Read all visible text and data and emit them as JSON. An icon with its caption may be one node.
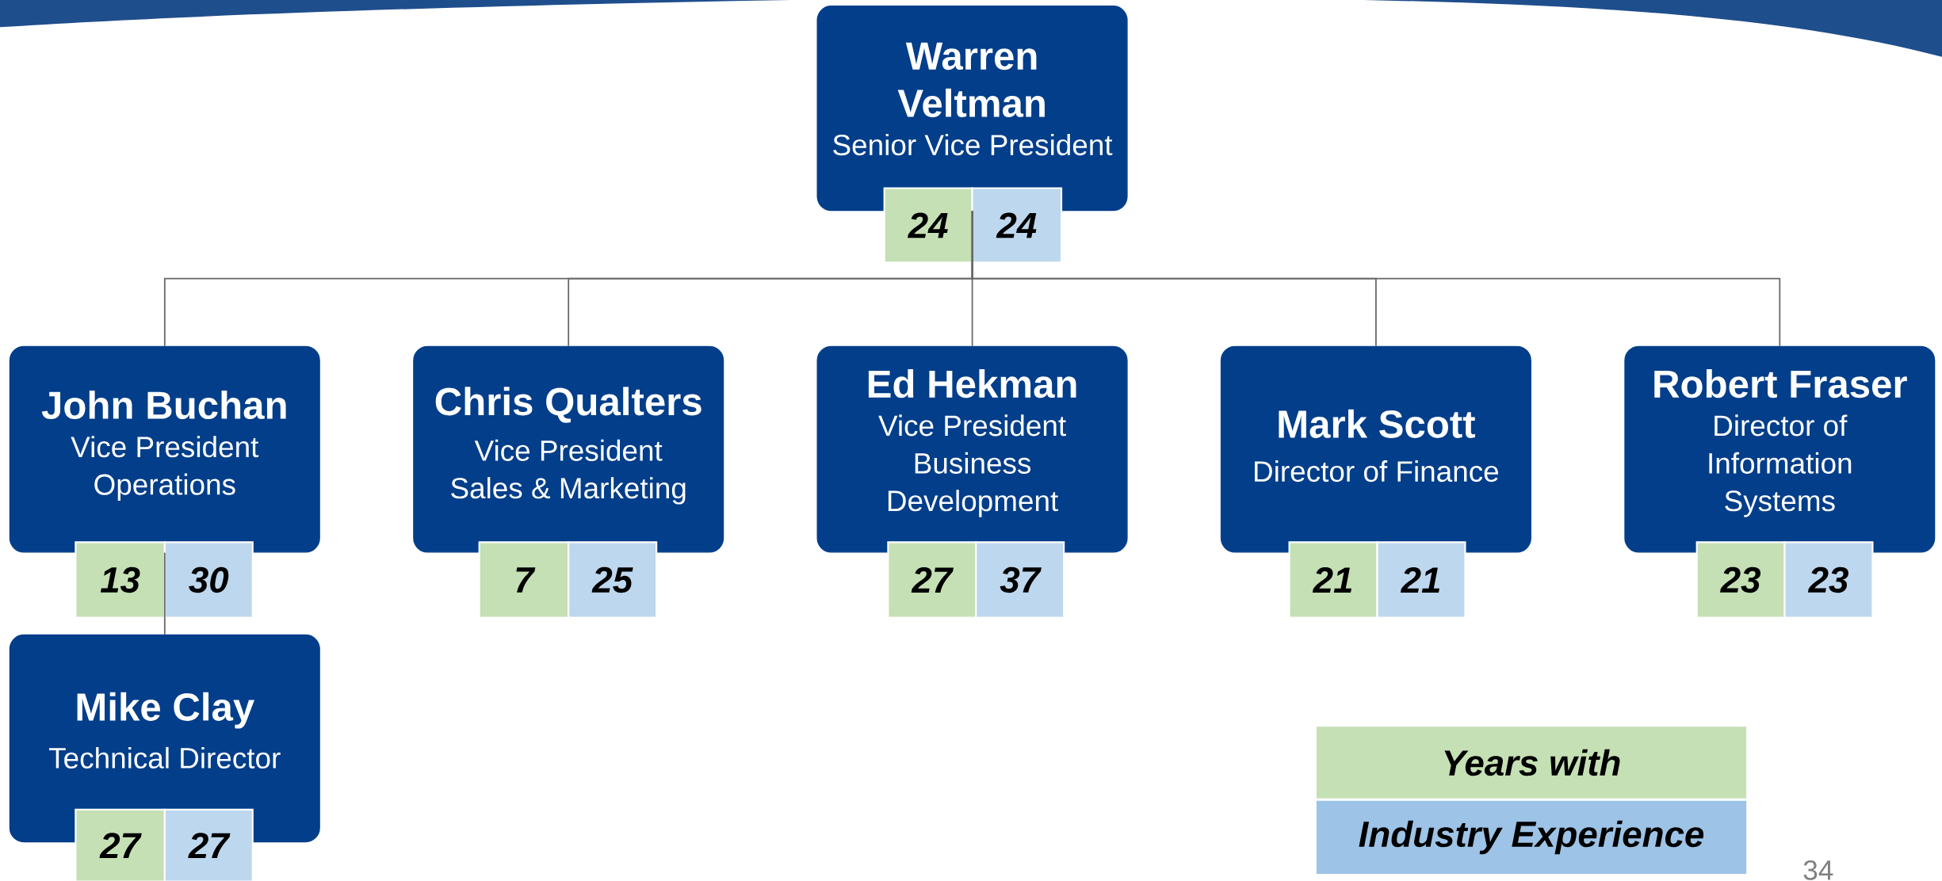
{
  "diagram": {
    "nodes": [
      {
        "text": [
          "Warren Veltman",
          "Senior Vice President"
        ]
      },
      {
        "text": [
          "24"
        ]
      },
      {
        "text": [
          "24"
        ]
      },
      {
        "text": [
          "John Buchan",
          "Vice President Operations"
        ]
      },
      {
        "text": [
          "13"
        ]
      },
      {
        "text": [
          "30"
        ]
      },
      {
        "text": [
          "Chris Qualters",
          "Vice President Sales & Marketing"
        ]
      },
      {
        "text": [
          "7"
        ]
      },
      {
        "text": [
          "25"
        ]
      },
      {
        "text": [
          "Ed Hekman",
          "Vice President Business Development"
        ]
      },
      {
        "text": [
          "27"
        ]
      },
      {
        "text": [
          "37"
        ]
      },
      {
        "text": [
          "Mark Scott",
          "Director of Finance"
        ]
      },
      {
        "text": [
          "21"
        ]
      },
      {
        "text": [
          "21"
        ]
      },
      {
        "text": [
          "Robert Fraser",
          "Director of Information Systems"
        ]
      },
      {
        "text": [
          "23"
        ]
      },
      {
        "text": [
          "23"
        ]
      },
      {
        "text": [
          "Mike Clay",
          "Technical Director"
        ]
      },
      {
        "text": [
          "27"
        ]
      },
      {
        "text": [
          "27"
        ]
      }
    ],
    "edges": [
      {
        "from": 0,
        "to": 3,
        "arrow": "none"
      },
      {
        "from": 0,
        "to": 6,
        "arrow": "none"
      },
      {
        "from": 0,
        "to": 9,
        "arrow": "none"
      },
      {
        "from": 0,
        "to": 12,
        "arrow": "none"
      },
      {
        "from": 0,
        "to": 15,
        "arrow": "none"
      },
      {
        "from": 3,
        "to": 18,
        "arrow": "none"
      }
    ],
    "labels": [
      "34"
    ],
    "legend": [
      {
        "text": "Years with",
        "color": "#c5e0b4"
      },
      {
        "text": "Industry Experience",
        "color": "#9dc3e6"
      }
    ]
  }
}
